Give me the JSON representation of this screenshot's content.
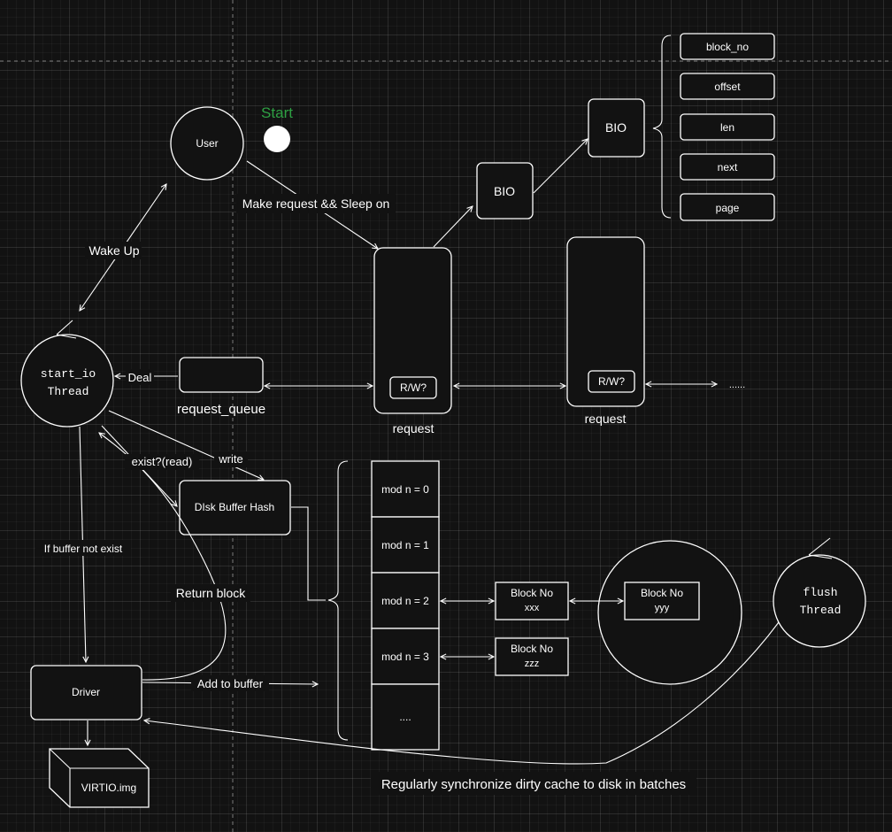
{
  "start_label": "Start",
  "colors": {
    "background": "#121212",
    "stroke": "#ffffff",
    "start_label": "#2ea043"
  },
  "nodes": {
    "user": "User",
    "start_io": [
      "start_io",
      "Thread"
    ],
    "request_queue": "request_queue",
    "request_1": "request",
    "request_2": "request",
    "rw_1": "R/W?",
    "rw_2": "R/W?",
    "ellipsis_right": "......",
    "bio_1": "BIO",
    "bio_2": "BIO",
    "bio_fields": [
      "block_no",
      "offset",
      "len",
      "next",
      "page"
    ],
    "disk_buffer_hash": "DIsk Buffer Hash",
    "hash_buckets": [
      "mod n = 0",
      "mod n = 1",
      "mod n = 2",
      "mod n = 3",
      "...."
    ],
    "block_xxx": [
      "Block No",
      "xxx"
    ],
    "block_yyy": [
      "Block No",
      "yyy"
    ],
    "block_zzz": [
      "Block No",
      "zzz"
    ],
    "flush": [
      "flush",
      "Thread"
    ],
    "driver": "Driver",
    "virtio": "VIRTIO.img"
  },
  "edge_labels": {
    "make_request": "Make request && Sleep on",
    "wake_up": "Wake Up",
    "deal": "Deal",
    "write": "write",
    "exist_read": "exist?(read)",
    "buffer_not_exist": "If buffer not exist",
    "return_block": "Return block",
    "add_to_buffer": "Add to buffer",
    "sync": "Regularly synchronize dirty cache to disk in batches"
  }
}
